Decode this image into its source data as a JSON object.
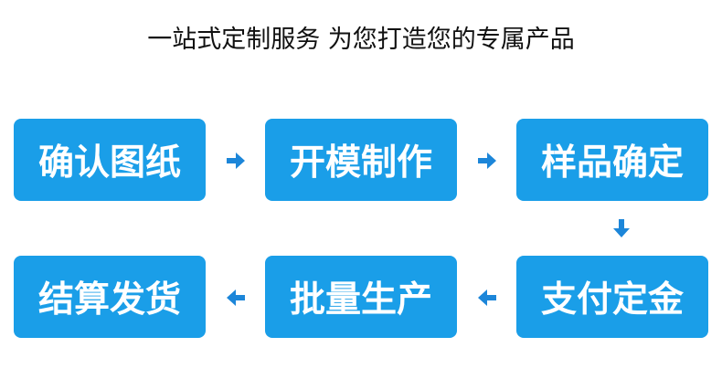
{
  "title": "一站式定制服务 为您打造您的专属产品",
  "colors": {
    "box": "#1a9ee8",
    "box_border": "#0e8ad6",
    "arrow": "#1c86d9"
  },
  "steps": [
    {
      "label": "确认图纸"
    },
    {
      "label": "开模制作"
    },
    {
      "label": "样品确定"
    },
    {
      "label": "支付定金"
    },
    {
      "label": "批量生产"
    },
    {
      "label": "结算发货"
    }
  ],
  "arrows": [
    {
      "direction": "right",
      "icon": "arrow-right-icon"
    },
    {
      "direction": "right",
      "icon": "arrow-right-icon"
    },
    {
      "direction": "down",
      "icon": "arrow-down-icon"
    },
    {
      "direction": "left",
      "icon": "arrow-left-icon"
    },
    {
      "direction": "left",
      "icon": "arrow-left-icon"
    }
  ]
}
